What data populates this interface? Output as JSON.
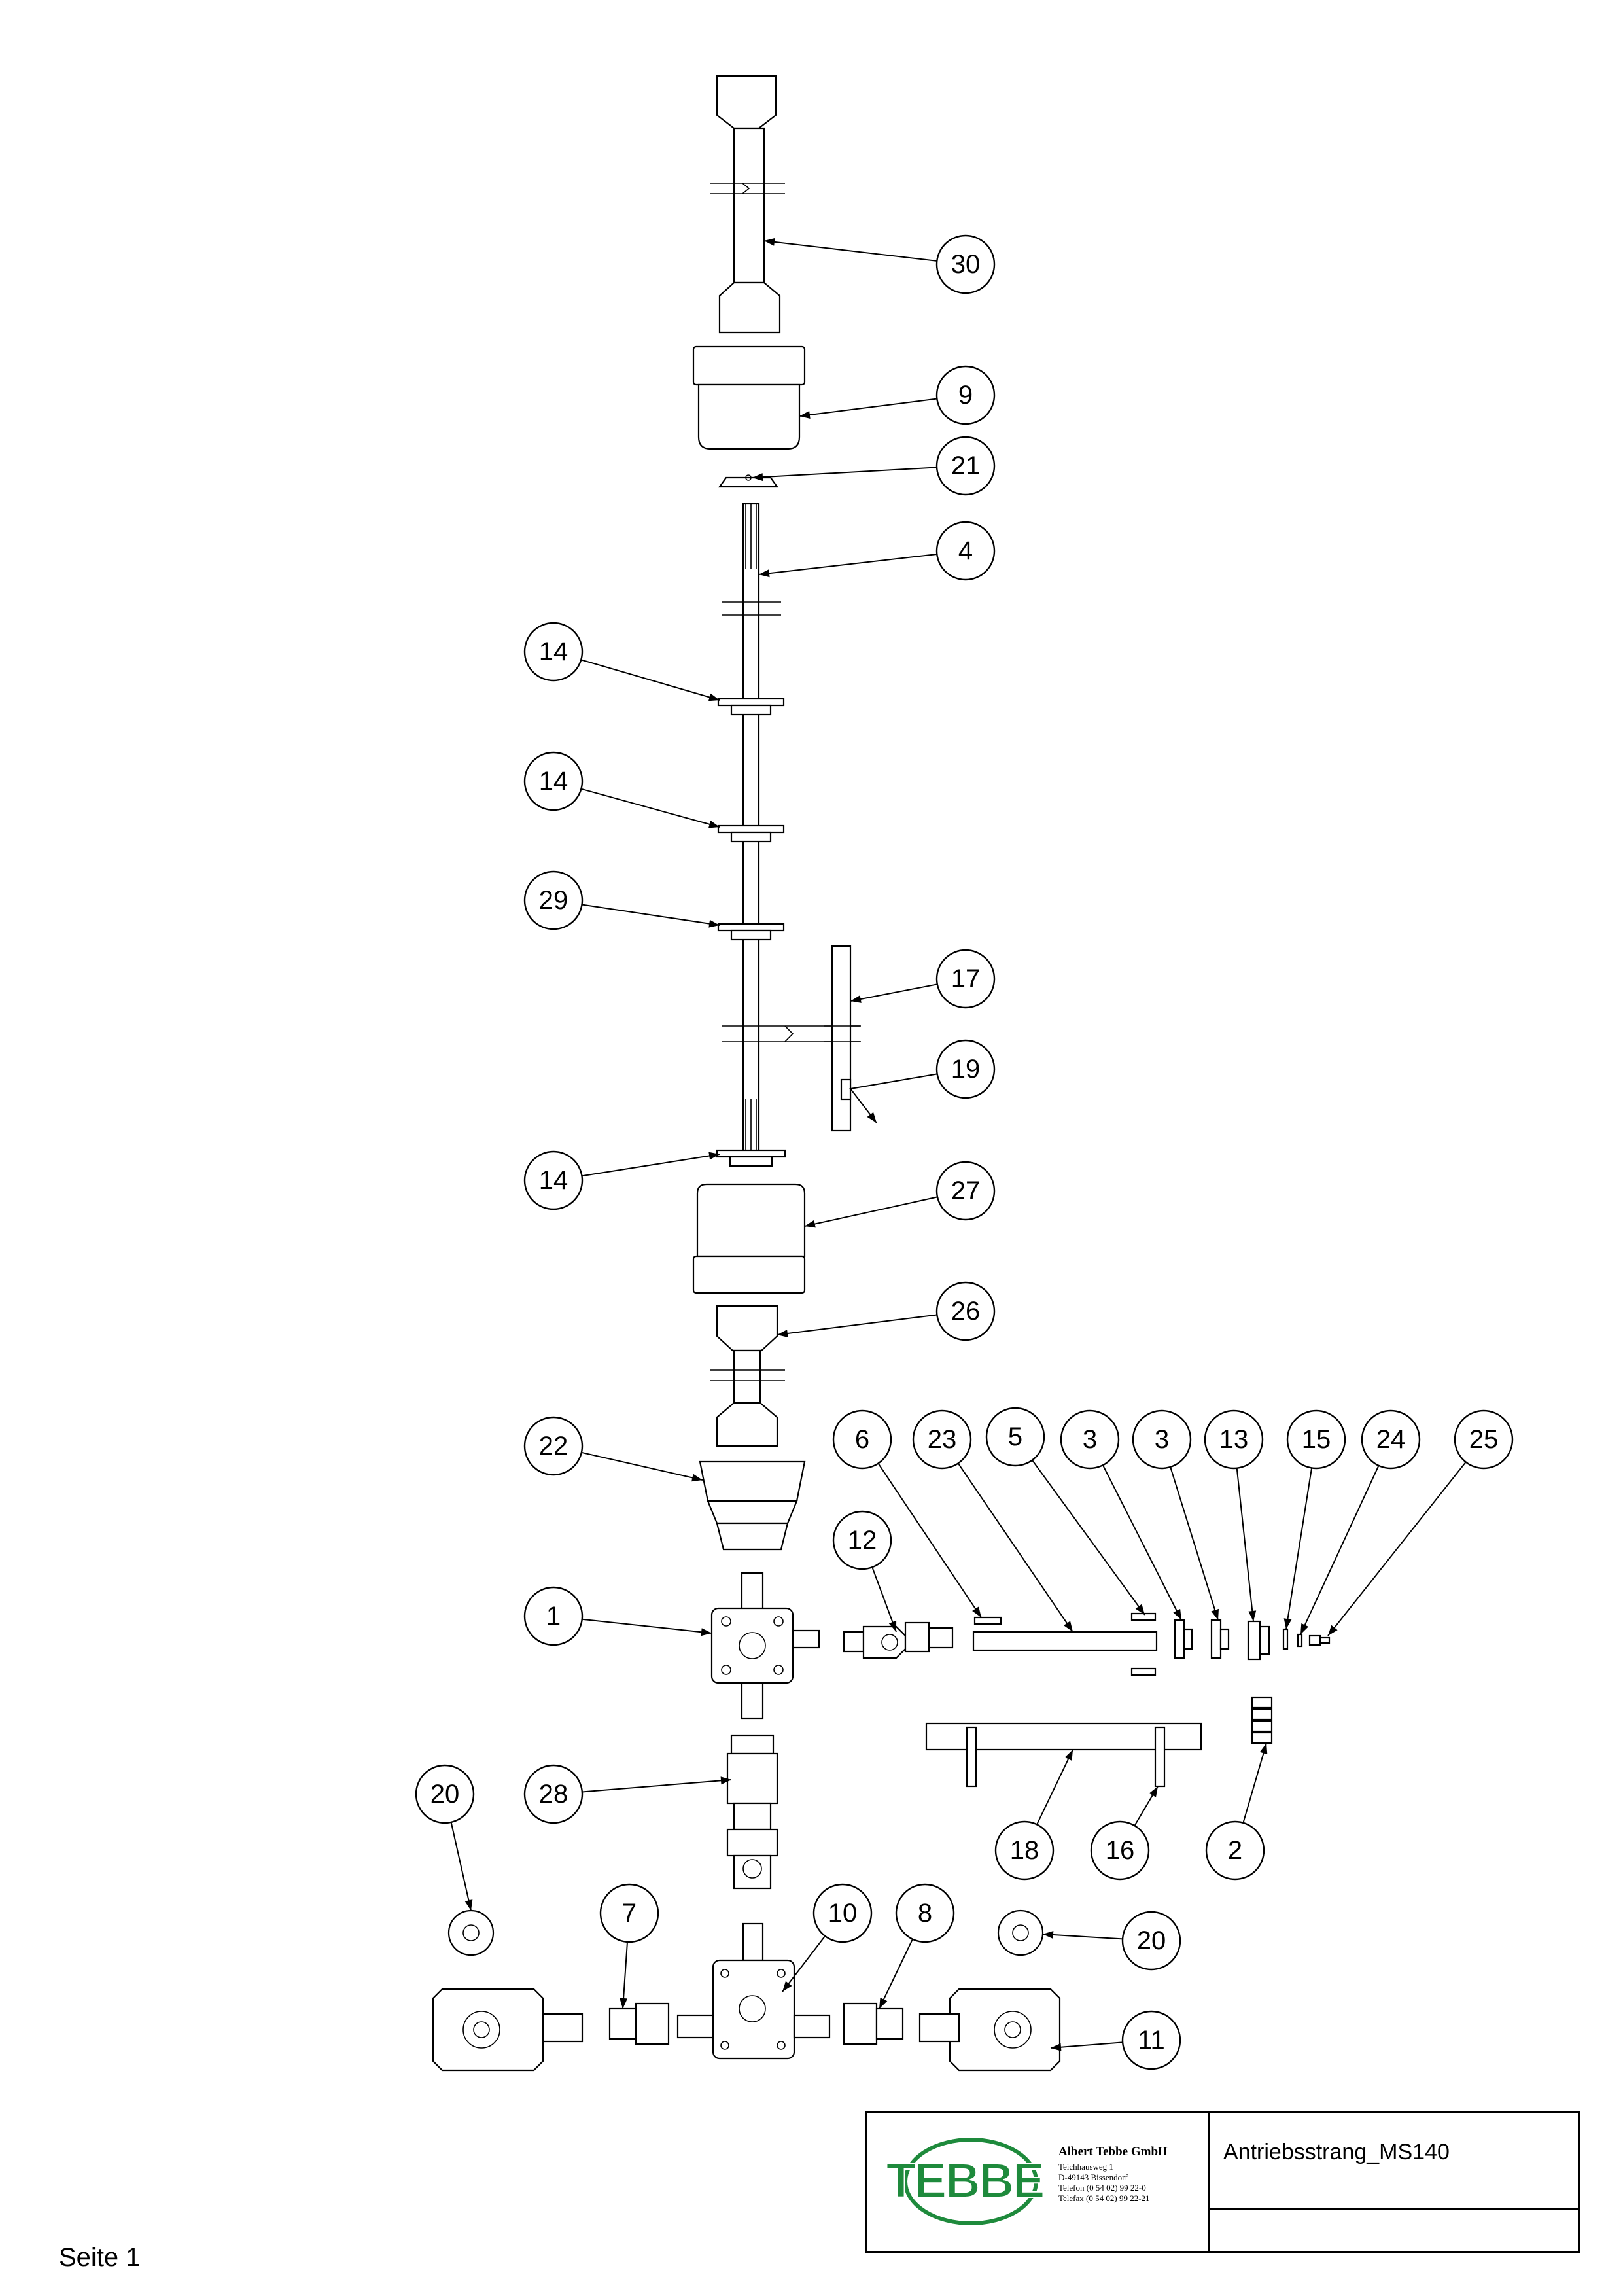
{
  "balloons": [
    {
      "id": "b30",
      "label": "30"
    },
    {
      "id": "b9",
      "label": "9"
    },
    {
      "id": "b21",
      "label": "21"
    },
    {
      "id": "b4",
      "label": "4"
    },
    {
      "id": "b14a",
      "label": "14"
    },
    {
      "id": "b14b",
      "label": "14"
    },
    {
      "id": "b29",
      "label": "29"
    },
    {
      "id": "b17",
      "label": "17"
    },
    {
      "id": "b19",
      "label": "19"
    },
    {
      "id": "b14c",
      "label": "14"
    },
    {
      "id": "b27",
      "label": "27"
    },
    {
      "id": "b26",
      "label": "26"
    },
    {
      "id": "b22",
      "label": "22"
    },
    {
      "id": "b6",
      "label": "6"
    },
    {
      "id": "b23",
      "label": "23"
    },
    {
      "id": "b5",
      "label": "5"
    },
    {
      "id": "b3a",
      "label": "3"
    },
    {
      "id": "b3b",
      "label": "3"
    },
    {
      "id": "b13",
      "label": "13"
    },
    {
      "id": "b15",
      "label": "15"
    },
    {
      "id": "b24",
      "label": "24"
    },
    {
      "id": "b25",
      "label": "25"
    },
    {
      "id": "b12",
      "label": "12"
    },
    {
      "id": "b1",
      "label": "1"
    },
    {
      "id": "b28",
      "label": "28"
    },
    {
      "id": "b20a",
      "label": "20"
    },
    {
      "id": "b18",
      "label": "18"
    },
    {
      "id": "b16",
      "label": "16"
    },
    {
      "id": "b2",
      "label": "2"
    },
    {
      "id": "b7",
      "label": "7"
    },
    {
      "id": "b10",
      "label": "10"
    },
    {
      "id": "b8",
      "label": "8"
    },
    {
      "id": "b20b",
      "label": "20"
    },
    {
      "id": "b11",
      "label": "11"
    }
  ],
  "title_block": {
    "company_name": "Albert Tebbe GmbH",
    "street": "Teichhausweg 1",
    "city": "D-49143 Bissendorf",
    "phone": "Telefon (0 54 02) 99 22-0",
    "fax": "Telefax (0 54 02) 99 22-21",
    "drawing_title": "Antriebsstrang_MS140",
    "logo_text": "TEBBE",
    "logo_color": "#1e8a3c"
  },
  "page_label": "Seite 1"
}
